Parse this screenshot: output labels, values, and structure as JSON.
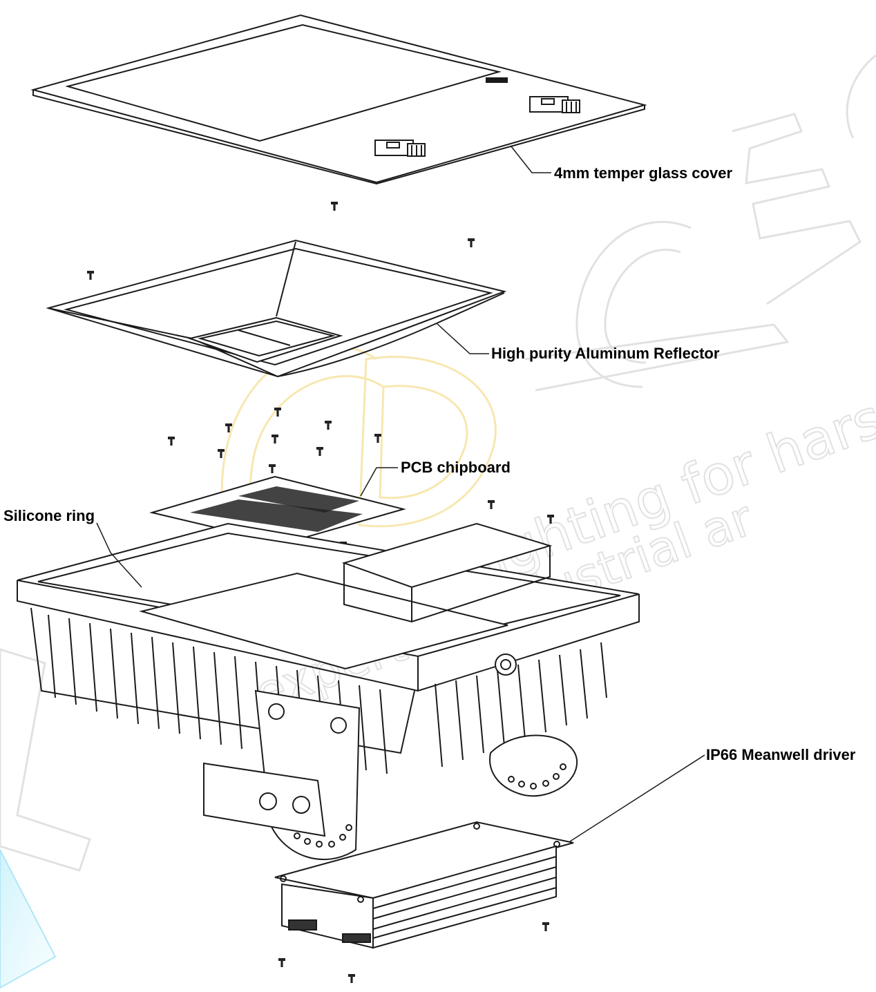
{
  "labels": {
    "glass_cover": "4mm temper glass cover",
    "reflector": "High purity Aluminum Reflector",
    "pcb": "PCB chipboard",
    "silicone_ring": "Silicone ring",
    "driver": "IP66 Meanwell driver"
  },
  "watermark": {
    "logo_letters": "LCD CE",
    "tagline_1": "lighting for harsh",
    "tagline_2": "expert of industrial ar"
  },
  "colors": {
    "line": "#1a1a1a",
    "watermark_gray": "#c8c8c8",
    "watermark_yellow": "#f5d56a",
    "watermark_cyan": "#4fc3e6"
  }
}
